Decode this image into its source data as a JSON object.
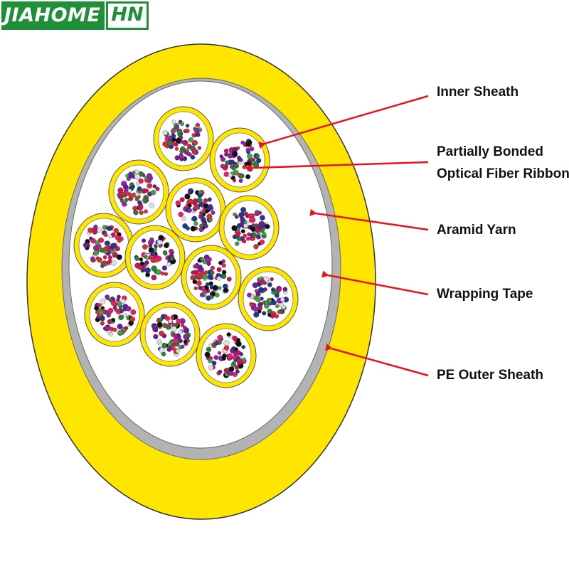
{
  "logo": {
    "brand": "JIAHOME",
    "suffix": "HN"
  },
  "labels": {
    "inner_sheath": "Inner Sheath",
    "ribbon_line1": "Partially Bonded",
    "ribbon_line2": "Optical Fiber Ribbon",
    "aramid_yarn": "Aramid Yarn",
    "wrapping_tape": "Wrapping Tape",
    "pe_outer_sheath": "PE Outer Sheath"
  },
  "colors": {
    "outer_sheath": "#ffe600",
    "wrapping_tape": "#b3b3b3",
    "arrow": "#e8141c",
    "logo_green": "#1f8f3a",
    "fiber_palette": [
      "#c2185b",
      "#2e7d32",
      "#1e3a8a",
      "#6a1b9a",
      "#d32f2f",
      "#111111",
      "#43a047",
      "#8e24aa",
      "#e0e0e0",
      "#e91e63"
    ]
  }
}
